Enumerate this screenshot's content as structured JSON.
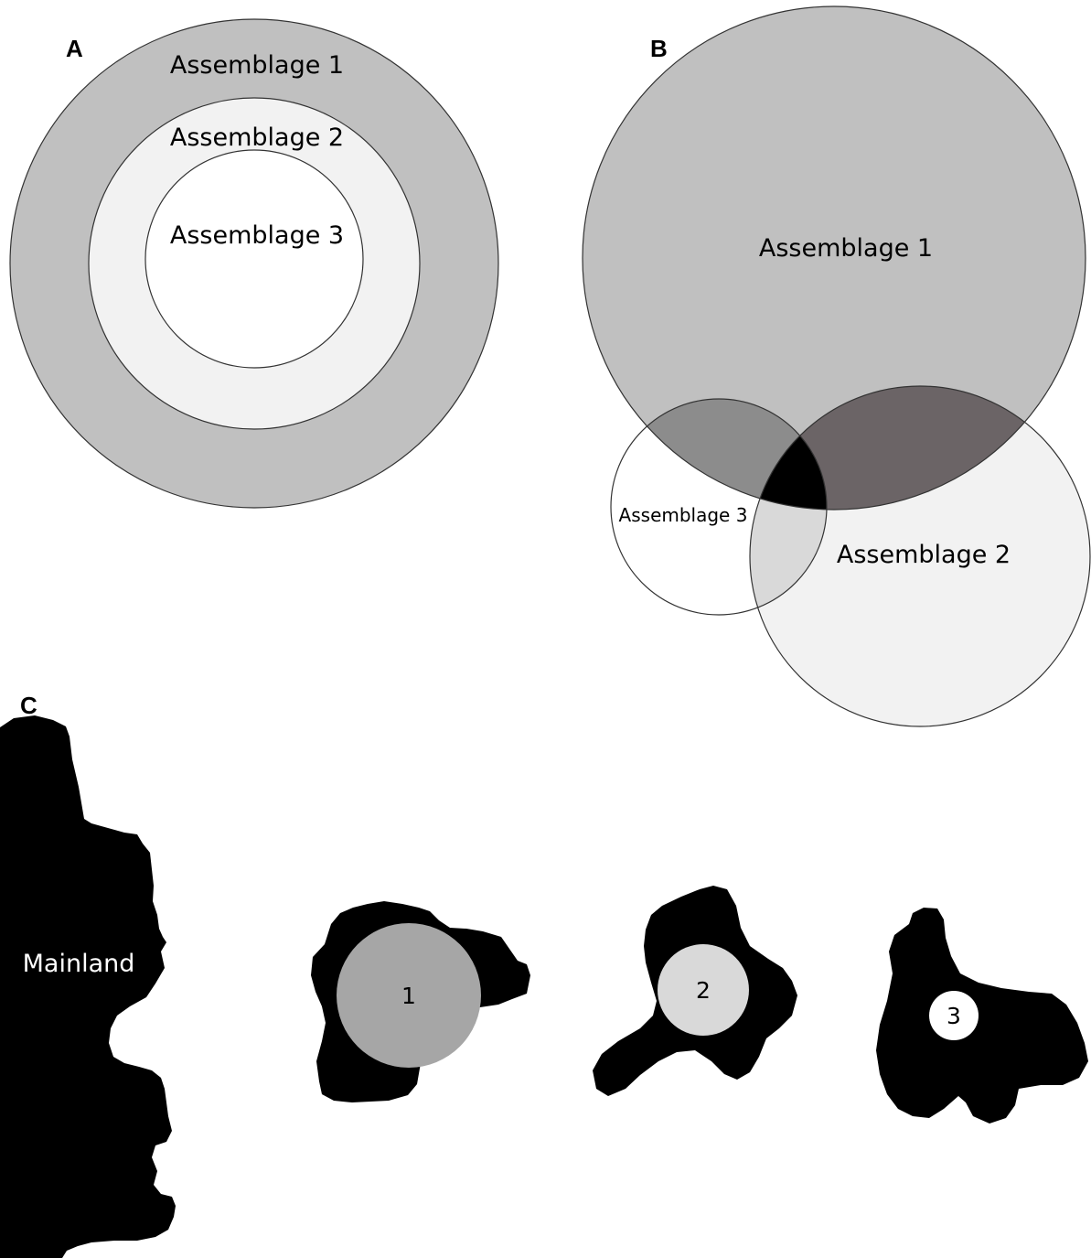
{
  "panel_a": {
    "letter": "A",
    "rings": [
      {
        "label": "Assemblage 1",
        "fill": "#c0c0c0"
      },
      {
        "label": "Assemblage 2",
        "fill": "#f2f2f2"
      },
      {
        "label": "Assemblage 3",
        "fill": "#ffffff"
      }
    ]
  },
  "panel_b": {
    "letter": "B",
    "circles": [
      {
        "label": "Assemblage 1",
        "fill": "#c0c0c0"
      },
      {
        "label": "Assemblage 2",
        "fill": "#f2f2f2"
      },
      {
        "label": "Assemblage 3",
        "fill": "#ffffff"
      }
    ],
    "overlap_colors": {
      "one_two": "#6b6466",
      "one_three": "#8c8c8c",
      "two_three": "#d9d9d9",
      "all": "#000000"
    }
  },
  "panel_c": {
    "letter": "C",
    "mainland_label": "Mainland",
    "islands": [
      {
        "label": "1",
        "fill": "#a6a6a6"
      },
      {
        "label": "2",
        "fill": "#d9d9d9"
      },
      {
        "label": "3",
        "fill": "#ffffff"
      }
    ]
  }
}
